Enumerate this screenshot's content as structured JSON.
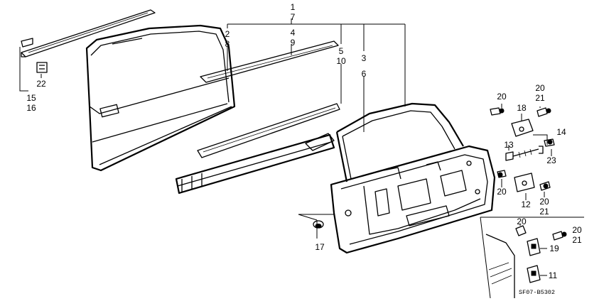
{
  "diagram": {
    "callouts": {
      "c1": "1",
      "c7": "7",
      "c4": "4",
      "c9": "9",
      "c2": "2",
      "c8": "8",
      "c5": "5",
      "c10": "10",
      "c3": "3",
      "c6": "6",
      "c15": "15",
      "c16": "16",
      "c22": "22",
      "c17": "17",
      "c20a": "20",
      "c20b": "20",
      "c21b": "21",
      "c18": "18",
      "c14": "14",
      "c13": "13",
      "c23": "23",
      "c20c": "20",
      "c12": "12",
      "c20d": "20",
      "c21d": "21",
      "c20e": "20",
      "c20f": "20",
      "c21f": "21",
      "c19": "19",
      "c11": "11"
    },
    "drawing_code": "SF07-B5302"
  }
}
